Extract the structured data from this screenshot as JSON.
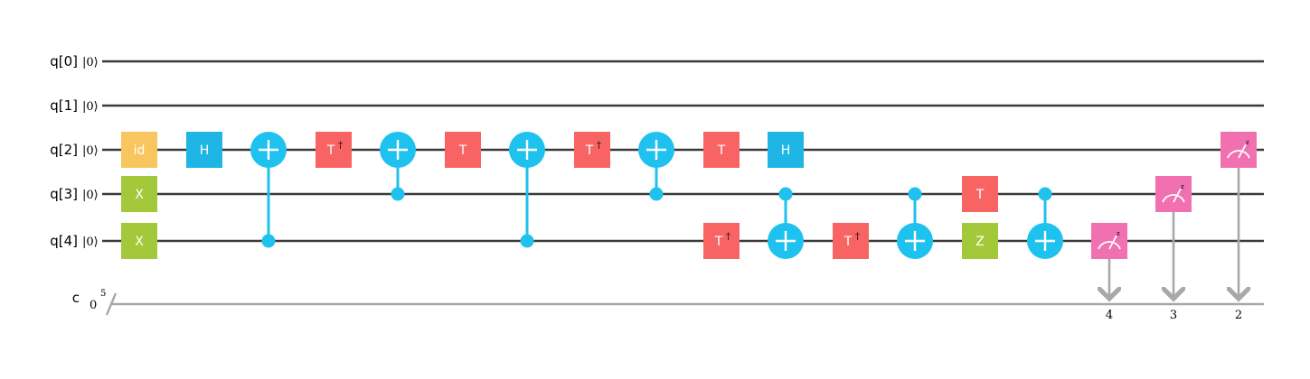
{
  "qubits": [
    {
      "label": "q[0]",
      "init": "|0⟩"
    },
    {
      "label": "q[1]",
      "init": "|0⟩"
    },
    {
      "label": "q[2]",
      "init": "|0⟩"
    },
    {
      "label": "q[3]",
      "init": "|0⟩"
    },
    {
      "label": "q[4]",
      "init": "|0⟩"
    }
  ],
  "classical": {
    "label": "c",
    "init": "0",
    "size": "5"
  },
  "colors": {
    "wire": "#3a3a3a",
    "classical_wire": "#a8a8a8",
    "id": "#f8c65e",
    "x": "#a3c93a",
    "h": "#1fb6e5",
    "t": "#f86464",
    "z": "#a3c93a",
    "cnot": "#1fc2ee",
    "measure": "#f171b0"
  },
  "gates": [
    {
      "type": "single",
      "name": "id",
      "text": "id",
      "qubit": 2,
      "col": 0
    },
    {
      "type": "single",
      "name": "x",
      "text": "X",
      "qubit": 3,
      "col": 0
    },
    {
      "type": "single",
      "name": "x",
      "text": "X",
      "qubit": 4,
      "col": 0
    },
    {
      "type": "single",
      "name": "h",
      "text": "H",
      "qubit": 2,
      "col": 1
    },
    {
      "type": "cnot",
      "control": 4,
      "target": 2,
      "col": 2
    },
    {
      "type": "single",
      "name": "tdg",
      "text": "T",
      "dagger": true,
      "qubit": 2,
      "col": 3
    },
    {
      "type": "cnot",
      "control": 3,
      "target": 2,
      "col": 4
    },
    {
      "type": "single",
      "name": "t",
      "text": "T",
      "qubit": 2,
      "col": 5
    },
    {
      "type": "cnot",
      "control": 4,
      "target": 2,
      "col": 6
    },
    {
      "type": "single",
      "name": "tdg",
      "text": "T",
      "dagger": true,
      "qubit": 2,
      "col": 7
    },
    {
      "type": "cnot",
      "control": 3,
      "target": 2,
      "col": 8
    },
    {
      "type": "single",
      "name": "t",
      "text": "T",
      "qubit": 2,
      "col": 9
    },
    {
      "type": "single",
      "name": "tdg",
      "text": "T",
      "dagger": true,
      "qubit": 4,
      "col": 9
    },
    {
      "type": "single",
      "name": "h",
      "text": "H",
      "qubit": 2,
      "col": 10
    },
    {
      "type": "cnot",
      "control": 3,
      "target": 4,
      "col": 10
    },
    {
      "type": "single",
      "name": "tdg",
      "text": "T",
      "dagger": true,
      "qubit": 4,
      "col": 11
    },
    {
      "type": "cnot",
      "control": 3,
      "target": 4,
      "col": 12
    },
    {
      "type": "single",
      "name": "t",
      "text": "T",
      "qubit": 3,
      "col": 13
    },
    {
      "type": "single",
      "name": "z",
      "text": "Z",
      "qubit": 4,
      "col": 13
    },
    {
      "type": "cnot",
      "control": 3,
      "target": 4,
      "col": 14
    },
    {
      "type": "measure",
      "qubit": 4,
      "bit": "4",
      "col": 15
    },
    {
      "type": "measure",
      "qubit": 3,
      "bit": "3",
      "col": 16
    },
    {
      "type": "measure",
      "qubit": 2,
      "bit": "2",
      "col": 17
    }
  ]
}
